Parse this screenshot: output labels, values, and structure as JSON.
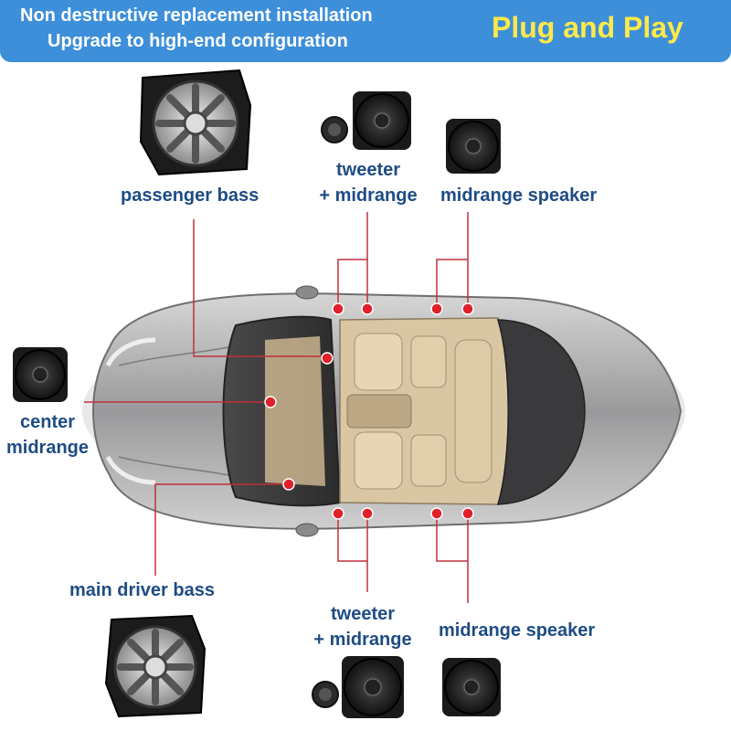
{
  "header": {
    "line1": "Non destructive replacement installation",
    "line2": "Upgrade to high-end configuration",
    "tagline": "Plug and Play"
  },
  "labels": {
    "passenger_bass": "passenger bass",
    "tweeter_top_line1": "tweeter",
    "tweeter_top_line2": "+ midrange",
    "midrange_top": "midrange speaker",
    "center_line1": "center",
    "center_line2": "midrange",
    "main_driver_bass": "main driver bass",
    "tweeter_bottom_line1": "tweeter",
    "tweeter_bottom_line2": "+ midrange",
    "midrange_bottom": "midrange speaker"
  },
  "colors": {
    "banner": "#3d8fd9",
    "tagline": "#ffe94a",
    "label_text": "#1e4c84",
    "marker": "#e0202a",
    "connector": "#c0303a"
  },
  "icons": [
    "subwoofer-icon",
    "tweeter-icon",
    "midrange-speaker-icon",
    "car-top-view-icon",
    "location-marker-icon"
  ]
}
